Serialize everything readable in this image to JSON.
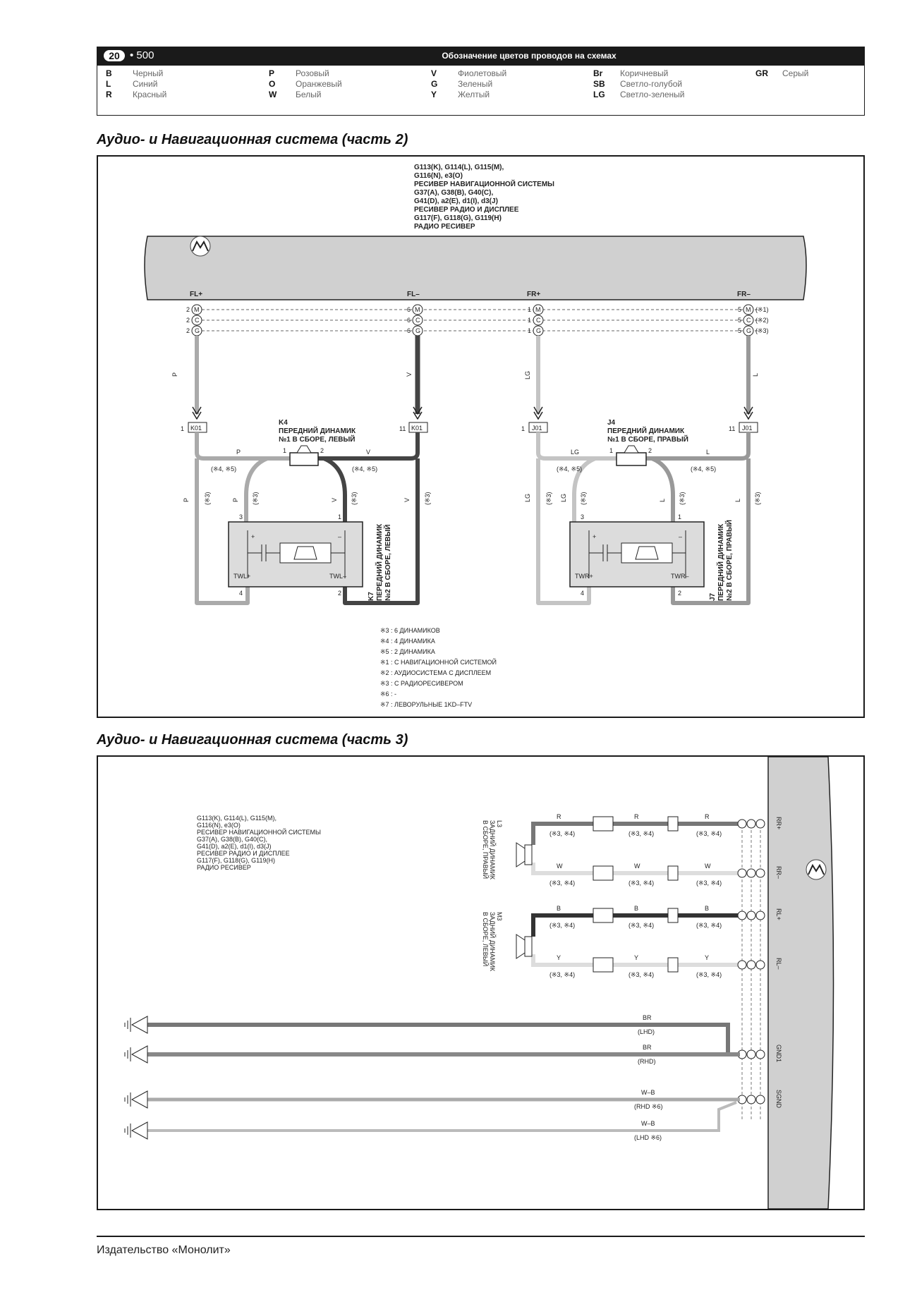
{
  "header": {
    "chapter": "20",
    "page": "500",
    "title": "Обозначение цветов проводов на схемах"
  },
  "legend": [
    {
      "code": "B",
      "name": "Черный"
    },
    {
      "code": "L",
      "name": "Синий"
    },
    {
      "code": "R",
      "name": "Красный"
    },
    {
      "code": "P",
      "name": "Розовый"
    },
    {
      "code": "O",
      "name": "Оранжевый"
    },
    {
      "code": "W",
      "name": "Белый"
    },
    {
      "code": "V",
      "name": "Фиолетовый"
    },
    {
      "code": "G",
      "name": "Зеленый"
    },
    {
      "code": "Y",
      "name": "Желтый"
    },
    {
      "code": "Br",
      "name": "Коричневый"
    },
    {
      "code": "SB",
      "name": "Светло-голубой"
    },
    {
      "code": "LG",
      "name": "Светло-зеленый"
    },
    {
      "code": "GR",
      "name": "Серый"
    }
  ],
  "part2": {
    "title": "Аудио- и Навигационная система (часть 2)",
    "unit_label": [
      "G113(K), G114(L), G115(M),",
      "G116(N), e3(O)",
      "РЕСИВЕР НАВИГАЦИОННОЙ СИСТЕМЫ",
      "G37(A), G38(B), G40(C),",
      "G41(D), a2(E), d1(I), d3(J)",
      "РЕСИВЕР РАДИО И ДИСПЛЕЕ",
      "G117(F), G118(G), G119(H)",
      "РАДИО РЕСИВЕР"
    ],
    "terminals": [
      "FL+",
      "FL–",
      "FR+",
      "FR–"
    ],
    "pins_left": [
      "2",
      "2",
      "2"
    ],
    "pins_fl_minus": [
      "6",
      "6",
      "6"
    ],
    "pins_fr_plus": [
      "1",
      "1",
      "1"
    ],
    "pins_fr_minus": [
      "5",
      "5",
      "5"
    ],
    "connector_letters": [
      "M",
      "C",
      "G"
    ],
    "notes_right": [
      "(※1)",
      "(※2)",
      "(※3)"
    ],
    "wire_colors": {
      "fl_plus": "P",
      "fl_minus": "V",
      "fr_plus": "LG",
      "fr_minus": "L"
    },
    "junction_left": "K01",
    "junction_right": "J01",
    "junction_pins": {
      "a": "1",
      "b": "11"
    },
    "speaker_left": {
      "id": "K4",
      "lines": [
        "ПЕРЕДНИЙ ДИНАМИК",
        "№1 В СБОРЕ, ЛЕВЫЙ"
      ],
      "p1": "1",
      "p2": "2"
    },
    "speaker_right": {
      "id": "J4",
      "lines": [
        "ПЕРЕДНИЙ ДИНАМИК",
        "№1 В СБОРЕ, ПРАВЫЙ"
      ],
      "p1": "1",
      "p2": "2"
    },
    "note_45": "(※4, ※5)",
    "note_3": "(※3)",
    "tweeter_left": {
      "plus": "TWL+",
      "minus": "TWL–",
      "pins": [
        "3",
        "1",
        "4",
        "2"
      ],
      "id": "K7",
      "lines": [
        "ПЕРЕДНИЙ ДИНАМИК",
        "№2 В СБОРЕ, ЛЕВЫЙ"
      ]
    },
    "tweeter_right": {
      "plus": "TWR+",
      "minus": "TWR–",
      "pins": [
        "3",
        "1",
        "4",
        "2"
      ],
      "id": "J7",
      "lines": [
        "ПЕРЕДНИЙ ДИНАМИК",
        "№2 В СБОРЕ, ПРАВЫЙ"
      ]
    },
    "plus_sign": "+",
    "minus_sign": "–",
    "notes": [
      "※3 : 6 ДИНАМИКОВ",
      "※4 : 4 ДИНАМИКА",
      "※5 : 2 ДИНАМИКА",
      "※1 : С НАВИГАЦИОННОЙ СИСТЕМОЙ",
      "※2 : АУДИОСИСТЕМА С ДИСПЛЕЕМ",
      "※3 : С РАДИОРЕСИВЕРОМ",
      "※6 : -",
      "※7 : ЛЕВОРУЛЬНЫЕ 1KD–FTV"
    ]
  },
  "part3": {
    "title": "Аудио- и Навигационная система (часть 3)",
    "unit_label": [
      "G113(K), G114(L), G115(M),",
      "G116(N), e3(O)",
      "РЕСИВЕР НАВИГАЦИОННОЙ СИСТЕМЫ",
      "G37(A), G38(B), G40(C),",
      "G41(D), a2(E), d1(I), d3(J)",
      "РЕСИВЕР РАДИО И ДИСПЛЕЕ",
      "G117(F), G118(G), G119(H)",
      "РАДИО РЕСИВЕР"
    ],
    "terminals": [
      "RR+",
      "RR–",
      "RL+",
      "RL–",
      "GND1",
      "SGND"
    ],
    "wire_labels": [
      "R",
      "W",
      "B",
      "Y"
    ],
    "wire_note": "(※3, ※4)",
    "speaker_top": {
      "id": "L3",
      "lines": [
        "ЗАДНИЙ ДИНАМИК",
        "В СБОРЕ, ПРАВЫЙ"
      ]
    },
    "speaker_bottom": {
      "id": "M3",
      "lines": [
        "ЗАДНИЙ ДИНАМИК",
        "В СБОРЕ, ЛЕВЫЙ"
      ]
    },
    "ground_wires": [
      {
        "color": "BR",
        "note": "(LHD)"
      },
      {
        "color": "BR",
        "note": "(RHD)"
      },
      {
        "color": "W–B",
        "note": "(RHD ※6)"
      },
      {
        "color": "W–B",
        "note": "(LHD ※6)"
      }
    ]
  },
  "footer": "Издательство «Монолит»"
}
